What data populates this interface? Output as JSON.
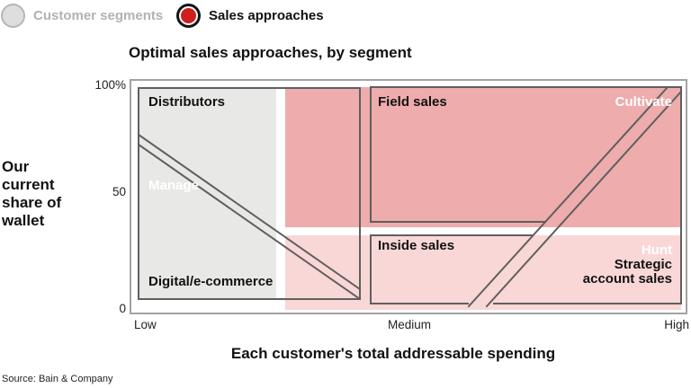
{
  "legend": {
    "customer_segments_label": "Customer segments",
    "sales_approaches_label": "Sales approaches",
    "selected": "Sales approaches"
  },
  "chart": {
    "title": "Optimal sales approaches, by segment",
    "y_axis": {
      "title_lines": "Our\ncurrent\nshare of\nwallet",
      "tick_top": "100%",
      "tick_mid": "50",
      "tick_bottom": "0"
    },
    "x_axis": {
      "title": "Each customer's total addressable spending",
      "tick_low": "Low",
      "tick_medium": "Medium",
      "tick_high": "High"
    },
    "regions": {
      "distributors": "Distributors",
      "manage": "Manage",
      "digital_ecommerce": "Digital/e-commerce",
      "field_sales": "Field sales",
      "cultivate": "Cultivate",
      "inside_sales": "Inside sales",
      "hunt": "Hunt",
      "strategic_account_sales": "Strategic\naccount sales"
    }
  },
  "source": "Source: Bain & Company",
  "colors": {
    "gray_fill": "#e8e8e7",
    "dark_pink_fill": "#eeacac",
    "light_pink_fill": "#f9d7d7",
    "region_border": "#5f5f5f",
    "axis_frame": "#a2a2a2",
    "radio_red": "#ce1e1e",
    "inactive_gray": "#b2b2b2"
  },
  "chart_data": {
    "type": "area",
    "title": "Optimal sales approaches, by segment",
    "xlabel": "Each customer's total addressable spending",
    "ylabel": "Our current share of wallet",
    "x_ticks": [
      "Low",
      "Medium",
      "High"
    ],
    "y_ticks": [
      0,
      50,
      100
    ],
    "ylim": [
      0,
      100
    ],
    "xlim_labels": [
      "Low",
      "High"
    ],
    "view_toggle": {
      "options": [
        "Customer segments",
        "Sales approaches"
      ],
      "selected": "Sales approaches"
    },
    "segments_background": [
      {
        "name": "low-spending segment",
        "color": "gray",
        "x_frac": [
          0.02,
          0.26
        ],
        "share_pct": [
          5,
          100
        ]
      },
      {
        "name": "high-spending high-share segment",
        "color": "dark pink",
        "x_frac": [
          0.28,
          0.99
        ],
        "share_pct": [
          39,
          100
        ]
      },
      {
        "name": "high-spending low-share segment",
        "color": "light pink",
        "x_frac": [
          0.28,
          0.99
        ],
        "share_pct": [
          2,
          35
        ]
      }
    ],
    "approach_regions": [
      {
        "label": "Distributors",
        "position": "upper left box",
        "x_frac": [
          0.015,
          0.41
        ],
        "share_pct": [
          5,
          100
        ]
      },
      {
        "label": "Digital/e-commerce",
        "position": "lower left box (same box as Distributors, below diagonal)",
        "x_frac": [
          0.015,
          0.41
        ],
        "share_pct": [
          5,
          100
        ]
      },
      {
        "label": "Manage",
        "position": "diagonal band across left box, from ~80% share at Low down to ~5% share at Medium",
        "style": "white text"
      },
      {
        "label": "Field sales",
        "position": "upper right box",
        "x_frac": [
          0.43,
          0.99
        ],
        "share_pct": [
          39,
          100
        ]
      },
      {
        "label": "Cultivate",
        "position": "upper right corner, right of ascending diagonal band",
        "style": "white text"
      },
      {
        "label": "Inside sales",
        "position": "lower middle box",
        "x_frac": [
          0.43,
          0.72
        ],
        "share_pct": [
          2,
          35
        ]
      },
      {
        "label": "Hunt",
        "position": "lower right, right of diagonal band",
        "style": "white text"
      },
      {
        "label": "Strategic account sales",
        "position": "lower right area",
        "x_frac": [
          0.62,
          0.99
        ],
        "share_pct": [
          2,
          35
        ]
      }
    ],
    "diagonal_bands": [
      {
        "name": "manage band",
        "from": "left edge at ~80% share",
        "to": "bottom-right corner of left box (Medium, ~5%)"
      },
      {
        "name": "hunt-cultivate band",
        "from": "bottom of right area at ~x 0.61",
        "to": "top-right corner (High, 100%)"
      }
    ],
    "legend_position": "top-left toggle",
    "grid": false
  }
}
